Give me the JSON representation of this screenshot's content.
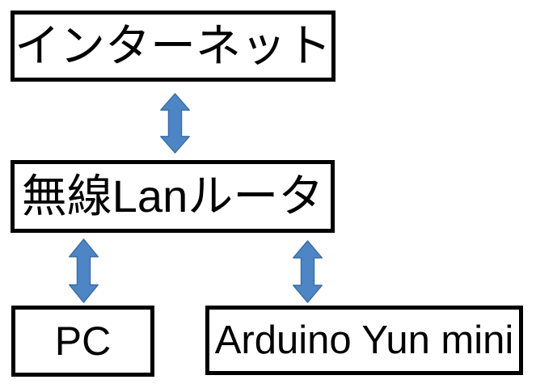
{
  "diagram": {
    "type": "network-topology",
    "nodes": [
      {
        "id": "internet",
        "label": "インターネット"
      },
      {
        "id": "router",
        "label": "無線Lanルータ"
      },
      {
        "id": "pc",
        "label": "PC"
      },
      {
        "id": "arduino",
        "label": "Arduino Yun mini"
      }
    ],
    "edges": [
      {
        "from": "internet",
        "to": "router",
        "style": "double-headed-vertical-arrow"
      },
      {
        "from": "router",
        "to": "pc",
        "style": "double-headed-vertical-arrow"
      },
      {
        "from": "router",
        "to": "arduino",
        "style": "double-headed-vertical-arrow"
      }
    ],
    "colors": {
      "background": "#ffffff",
      "box_fill": "#ffffff",
      "box_border": "#000000",
      "arrow_fill": "#4E86C5",
      "arrow_border": "#3D6EA5"
    }
  }
}
